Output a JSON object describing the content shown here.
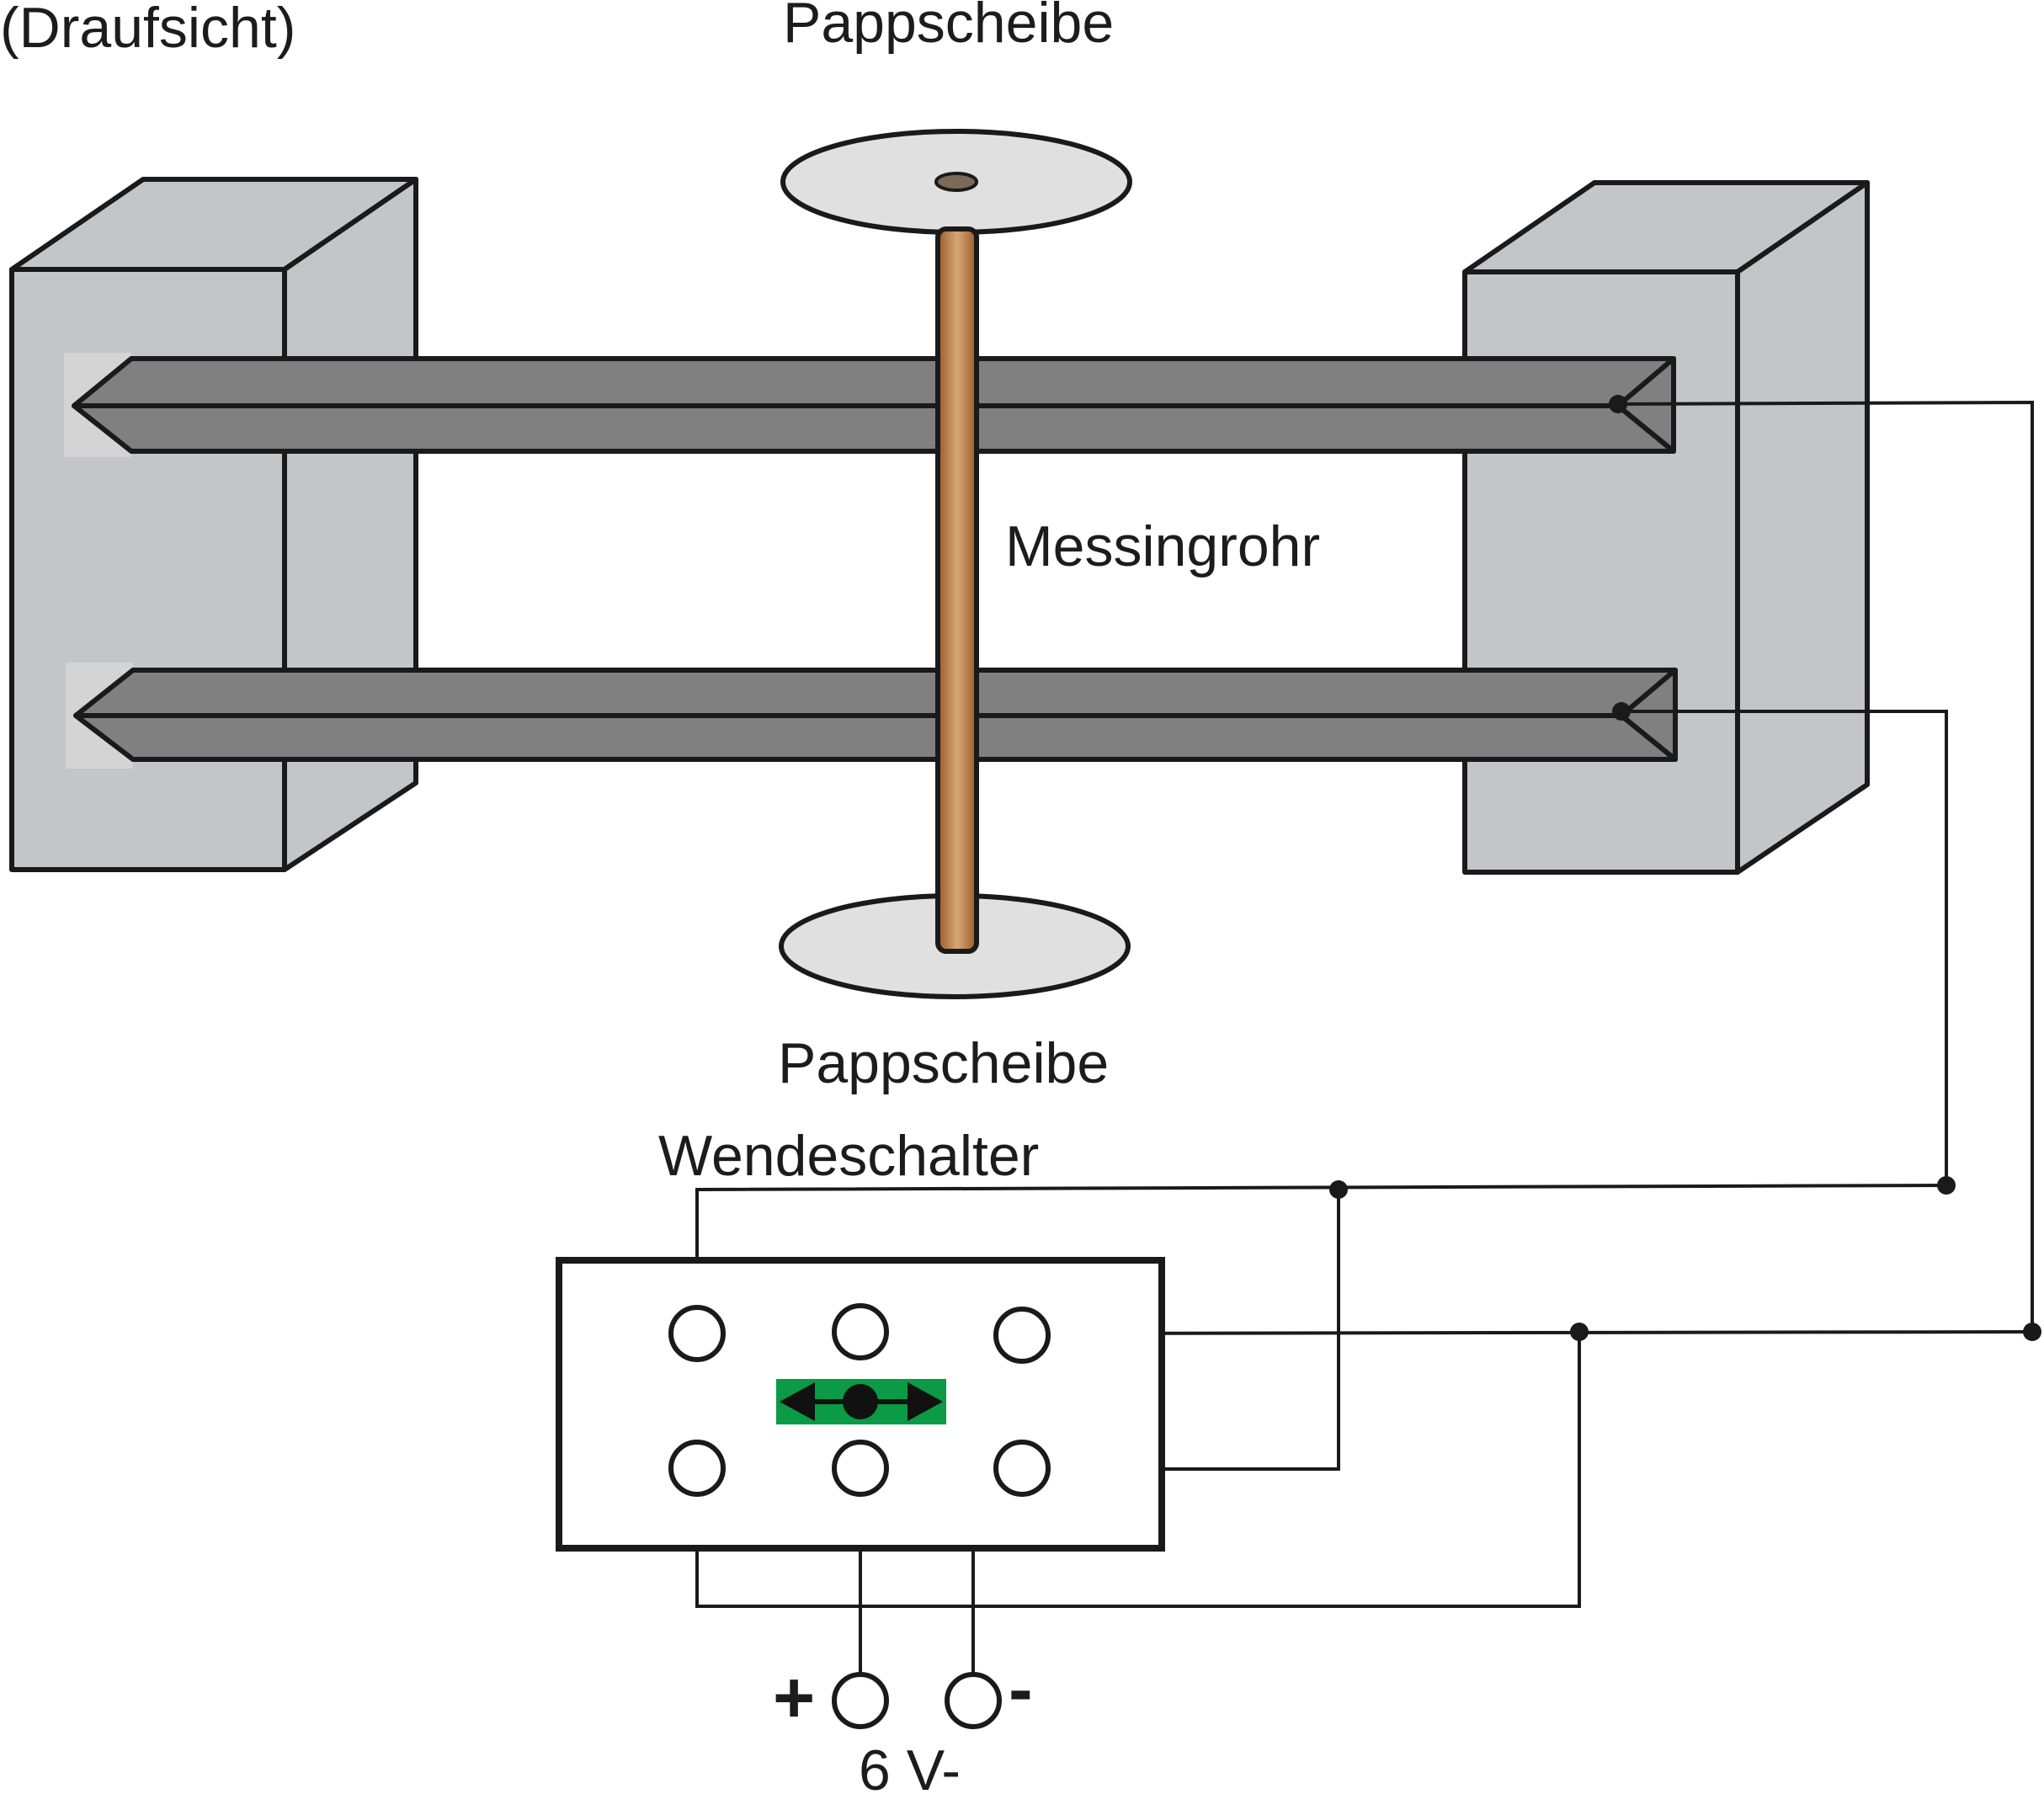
{
  "labels": {
    "view": "(Draufsicht)",
    "disc_top": "Pappscheibe",
    "tube": "Messingrohr",
    "disc_bottom": "Pappscheibe",
    "switch": "Wendeschalter",
    "plus": "+",
    "minus": "-",
    "supply": "6 V-"
  },
  "colors": {
    "block_front": "#c4c5c9",
    "block_side": "#c4c5c9",
    "block_top": "#c4c5c9",
    "rail": "#808080",
    "rail_shadow": "#d4d4d4",
    "disc": "#e0e0e0",
    "disc_hole": "#7a6a57",
    "tube_light": "#d4a373",
    "tube_dark": "#a5622f",
    "switch_lever_bg": "#0b9a45"
  }
}
